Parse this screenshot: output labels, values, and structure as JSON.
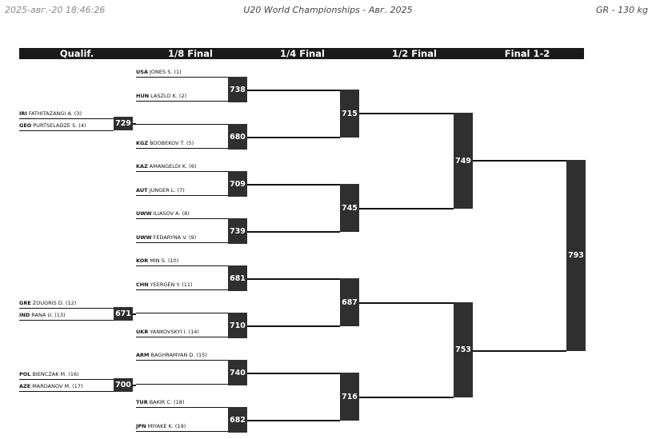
{
  "header": {
    "timestamp": "2025-авг.-20 18:46:26",
    "event": "U20 World Championships - Авг. 2025",
    "category": "GR - 130 kg"
  },
  "rounds": [
    "Qualif.",
    "1/8 Final",
    "1/4 Final",
    "1/2 Final",
    "Final 1-2"
  ],
  "qualification": [
    {
      "nat": "IRI",
      "name": "FATHITAZANGI A. (3)"
    },
    {
      "nat": "GEO",
      "name": "PURTSELADZE S. (4)"
    },
    {
      "nat": "GRE",
      "name": "ZOUGRIS D. (12)"
    },
    {
      "nat": "IND",
      "name": "RANA U. (13)"
    },
    {
      "nat": "POL",
      "name": "BIENCZAK M. (16)"
    },
    {
      "nat": "AZE",
      "name": "MARDANOV M. (17)"
    }
  ],
  "round_of_16": [
    {
      "nat": "USA",
      "name": "JONES S. (1)"
    },
    {
      "nat": "HUN",
      "name": "LASZLO K. (2)"
    },
    {
      "nat": "KGZ",
      "name": "BOOBEKOV T. (5)"
    },
    {
      "nat": "KAZ",
      "name": "AMANGELDI K. (6)"
    },
    {
      "nat": "AUT",
      "name": "JUNGER L. (7)"
    },
    {
      "nat": "UWW",
      "name": "ILIASOV A. (8)"
    },
    {
      "nat": "UWW",
      "name": "FEDARYNA V. (9)"
    },
    {
      "nat": "KOR",
      "name": "MIN S. (10)"
    },
    {
      "nat": "CHN",
      "name": "YEERGEN Y. (11)"
    },
    {
      "nat": "UKR",
      "name": "YANKOVSKYI I. (14)"
    },
    {
      "nat": "ARM",
      "name": "BAGHRAMYAN D. (15)"
    },
    {
      "nat": "TUR",
      "name": "BAKIR C. (18)"
    },
    {
      "nat": "JPN",
      "name": "MIYAKE K. (19)"
    }
  ],
  "bouts": {
    "q1": "729",
    "q2": "671",
    "q3": "700",
    "r1": "738",
    "r2": "680",
    "r3": "709",
    "r4": "739",
    "r5": "681",
    "r6": "710",
    "r7": "740",
    "r8": "682",
    "qf1": "715",
    "qf2": "745",
    "qf3": "687",
    "qf4": "716",
    "sf1": "749",
    "sf2": "753",
    "final": "793"
  }
}
